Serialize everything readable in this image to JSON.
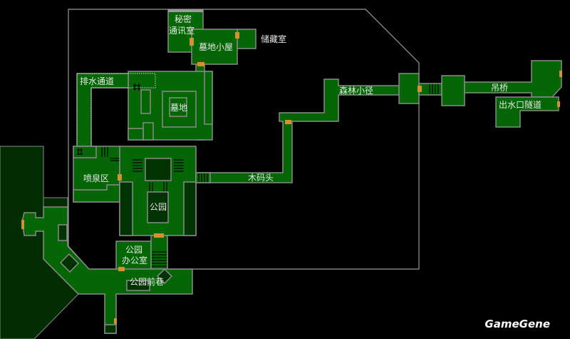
{
  "colors": {
    "room": "#056605",
    "dark_room": "#023302",
    "door": "#d4922e",
    "wall": "#8a8a8a",
    "background": "#000000"
  },
  "rooms": {
    "secret_comm_1": "秘密",
    "secret_comm_2": "通讯室",
    "cemetery_hut": "墓地小屋",
    "storage": "储藏室",
    "drainage": "排水通道",
    "cemetery": "墓地",
    "fountain": "喷泉区",
    "park": "公园",
    "pier": "木码头",
    "forest_path": "森林小径",
    "suspension_bridge": "吊桥",
    "outlet_tunnel": "出水口隧道",
    "park_office_1": "公园",
    "park_office_2": "办公室",
    "park_alley": "公园前巷"
  },
  "watermark": "GameGene"
}
